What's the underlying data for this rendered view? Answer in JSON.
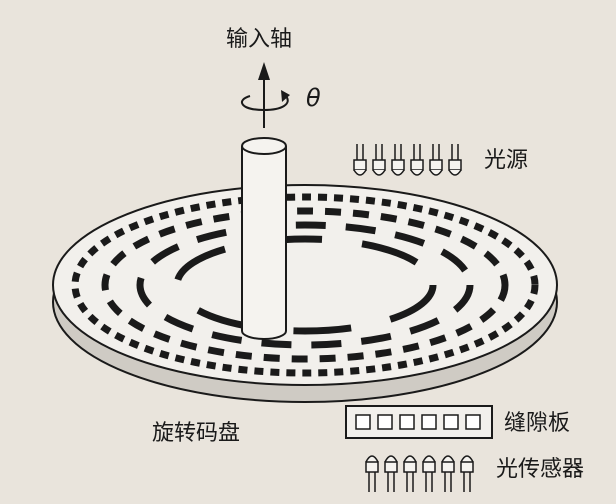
{
  "labels": {
    "input_shaft": "输入轴",
    "theta": "θ",
    "light_source": "光源",
    "rotating_disc": "旋转码盘",
    "slit_plate": "缝隙板",
    "photo_sensor": "光传感器"
  },
  "counts": {
    "light_sources": 6,
    "slits": 6,
    "photo_sensors": 6
  },
  "colors": {
    "background": "#e9e4dc",
    "ink": "#1a1a1a",
    "disc_face": "#f2f0ec",
    "disc_edge": "#cfcbc4",
    "shaft": "#f5f3ef"
  }
}
